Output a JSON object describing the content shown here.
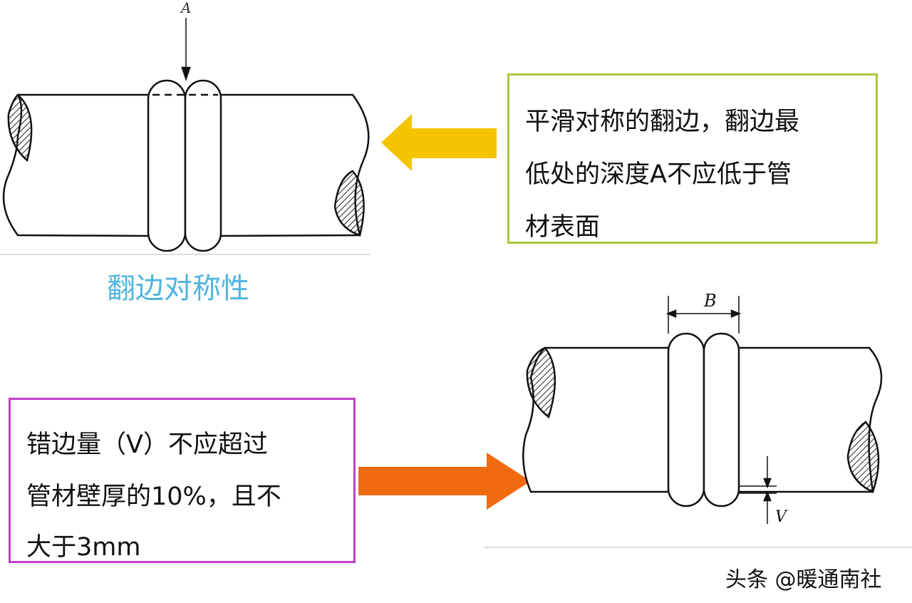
{
  "top_diagram": {
    "dimension_label": "A",
    "caption": "翻边对称性"
  },
  "note_top": {
    "lines": [
      "平滑对称的翻边，翻边最",
      "低处的深度A不应低于管",
      "材表面"
    ]
  },
  "bottom_diagram": {
    "width_label": "B",
    "offset_label": "V"
  },
  "note_bottom": {
    "lines": [
      "错边量（V）不应超过",
      "管材壁厚的10%，且不",
      "大于3mm"
    ]
  },
  "watermark": "头条 @暖通南社",
  "colors": {
    "yellow_arrow": "#f5c400",
    "orange_arrow": "#f06a10",
    "green_border": "#a9c83c",
    "purple_border": "#c33ec8",
    "caption": "#4fb5df"
  }
}
